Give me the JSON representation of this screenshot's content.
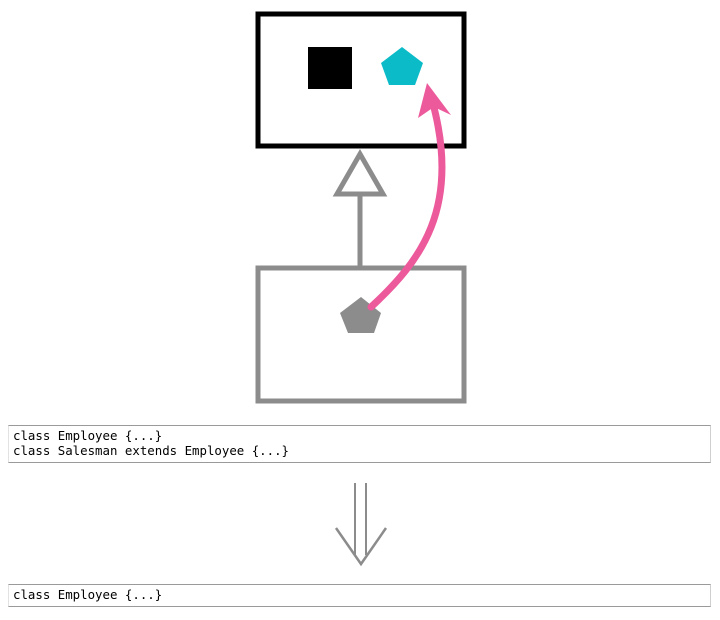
{
  "colors": {
    "superclass_border": "#000000",
    "subclass_border": "#8c8c8c",
    "field_square": "#000000",
    "moved_pentagon": "#0bbcc8",
    "source_pentagon": "#8c8c8c",
    "move_arrow": "#ec5a9c",
    "inheritance_arrow": "#8c8c8c",
    "refactor_arrow": "#8c8c8c"
  },
  "icons": {
    "field_marker": "square-icon",
    "moved_feature": "pentagon-icon",
    "transform": "down-arrow-icon"
  },
  "before": {
    "lines": [
      "class Employee {...}",
      "class Salesman extends Employee {...}"
    ]
  },
  "after": {
    "lines": [
      "class Employee {...}"
    ]
  }
}
